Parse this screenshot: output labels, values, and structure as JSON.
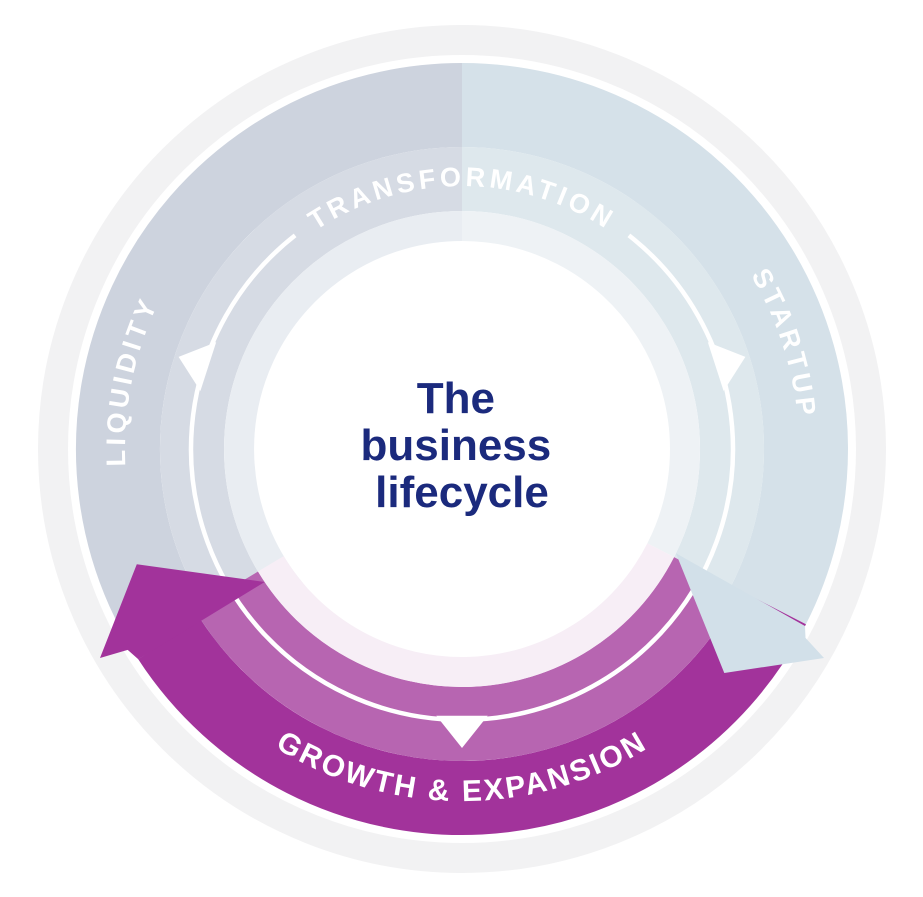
{
  "diagram": {
    "type": "circular-lifecycle",
    "center_title": {
      "lines": [
        "The",
        "business",
        "lifecycle"
      ],
      "color": "#1b2a7d"
    },
    "stages": [
      {
        "id": "transformation",
        "label": "TRANSFORMATION",
        "position": "top",
        "band_outer": "#cdd3de",
        "band_mid": "#d6dbe4",
        "band_inner": "#e9edf2"
      },
      {
        "id": "startup",
        "label": "STARTUP",
        "position": "right",
        "band_outer": "#d5e1e9",
        "band_mid": "#dee8ed",
        "band_inner": "#eef2f5",
        "arrowhead": "#d2e0e9"
      },
      {
        "id": "growth-expansion",
        "label": "GROWTH & EXPANSION",
        "position": "bottom",
        "band_outer": "#a2339b",
        "band_mid": "#b765b1",
        "band_inner": "#f7eef6",
        "arrowhead": "#a2339b"
      },
      {
        "id": "liquidity",
        "label": "LIQUIDITY",
        "position": "left",
        "band_outer": "#cdd3de",
        "band_mid": "#d6dbe4",
        "band_inner": "#e9edf2"
      }
    ],
    "colors": {
      "outer_ring": "#f2f2f3",
      "inner_circle_line": "#ffffff",
      "label_text": "#ffffff",
      "background": "#ffffff"
    },
    "flow_direction": "clockwise"
  }
}
